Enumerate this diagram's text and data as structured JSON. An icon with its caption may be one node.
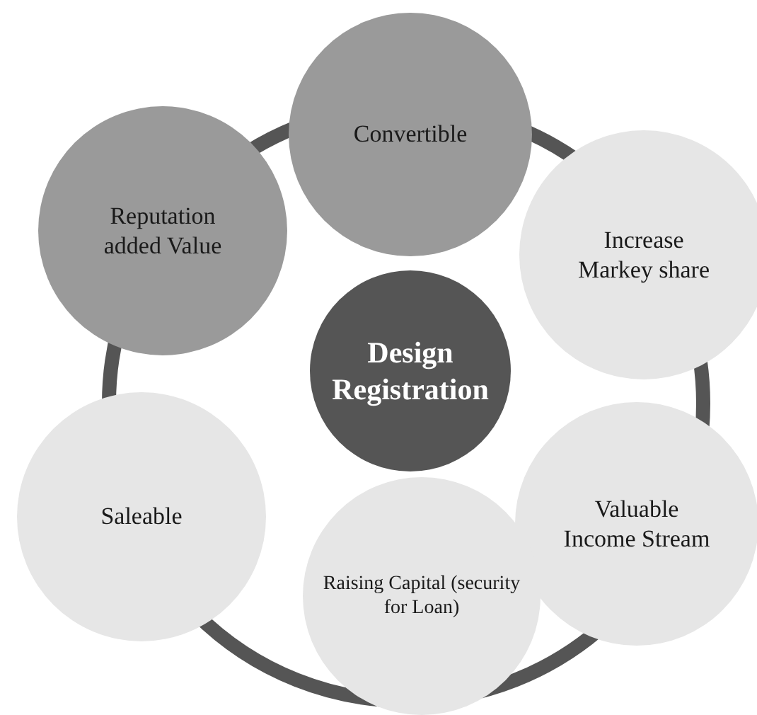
{
  "diagram": {
    "nodes": [
      {
        "text": [
          "Design Registration"
        ]
      },
      {
        "text": [
          "Convertible"
        ]
      },
      {
        "text": [
          "Increase Markey share"
        ]
      },
      {
        "text": [
          "Valuable Income Stream"
        ]
      },
      {
        "text": [
          "Raising Capital (security for Loan)"
        ]
      },
      {
        "text": [
          "Saleable"
        ]
      },
      {
        "text": [
          "Reputation added Value"
        ]
      }
    ]
  }
}
